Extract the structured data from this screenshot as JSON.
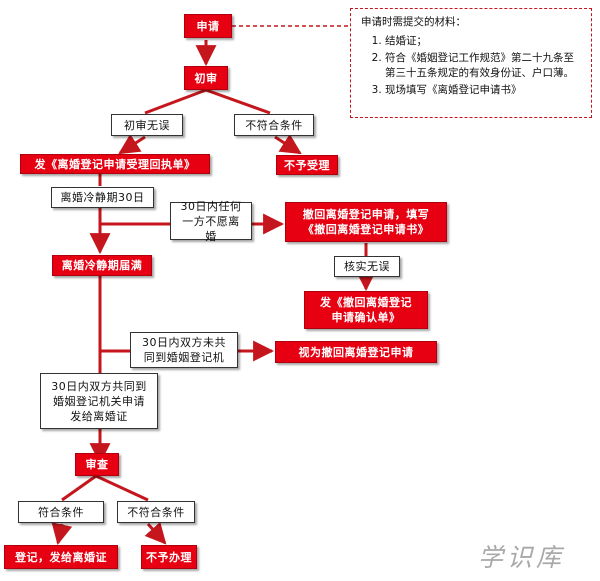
{
  "nodes": {
    "apply": "申请",
    "preliminary_review": "初审",
    "preliminary_ok": "初审无误",
    "not_eligible_1": "不符合条件",
    "issue_receipt": "发《离婚登记申请受理回执单》",
    "reject_1": "不予受理",
    "cooling_period": "离婚冷静期30日",
    "unwilling_within_30": "30日内任何一方不愿离婚",
    "withdraw_application": "撤回离婚登记申请，填写《撤回离婚登记申请书》",
    "verified": "核实无误",
    "issue_withdraw_confirmation": "发《撤回离婚登记申请确认单》",
    "cooling_period_expired": "离婚冷静期届满",
    "not_jointly_attend": "30日内双方未共同到婚姻登记机",
    "deemed_withdrawn": "视为撤回离婚登记申请",
    "jointly_apply": "30日内双方共同到婚姻登记机关申请发给离婚证",
    "examination": "审查",
    "eligible": "符合条件",
    "not_eligible_2": "不符合条件",
    "register_issue_certificate": "登记，发给离婚证",
    "reject_2": "不予办理"
  },
  "materials_note": {
    "title": "申请时需提交的材料：",
    "items": [
      "结婚证；",
      "符合《婚姻登记工作规范》第二十九条至第三十五条规定的有效身份证、户口薄。",
      "现场填写《离婚登记申请书》"
    ]
  },
  "watermark": "学识库",
  "colors": {
    "red": "#e60012",
    "line": "#c4161c",
    "dashed": "#c4161c"
  }
}
